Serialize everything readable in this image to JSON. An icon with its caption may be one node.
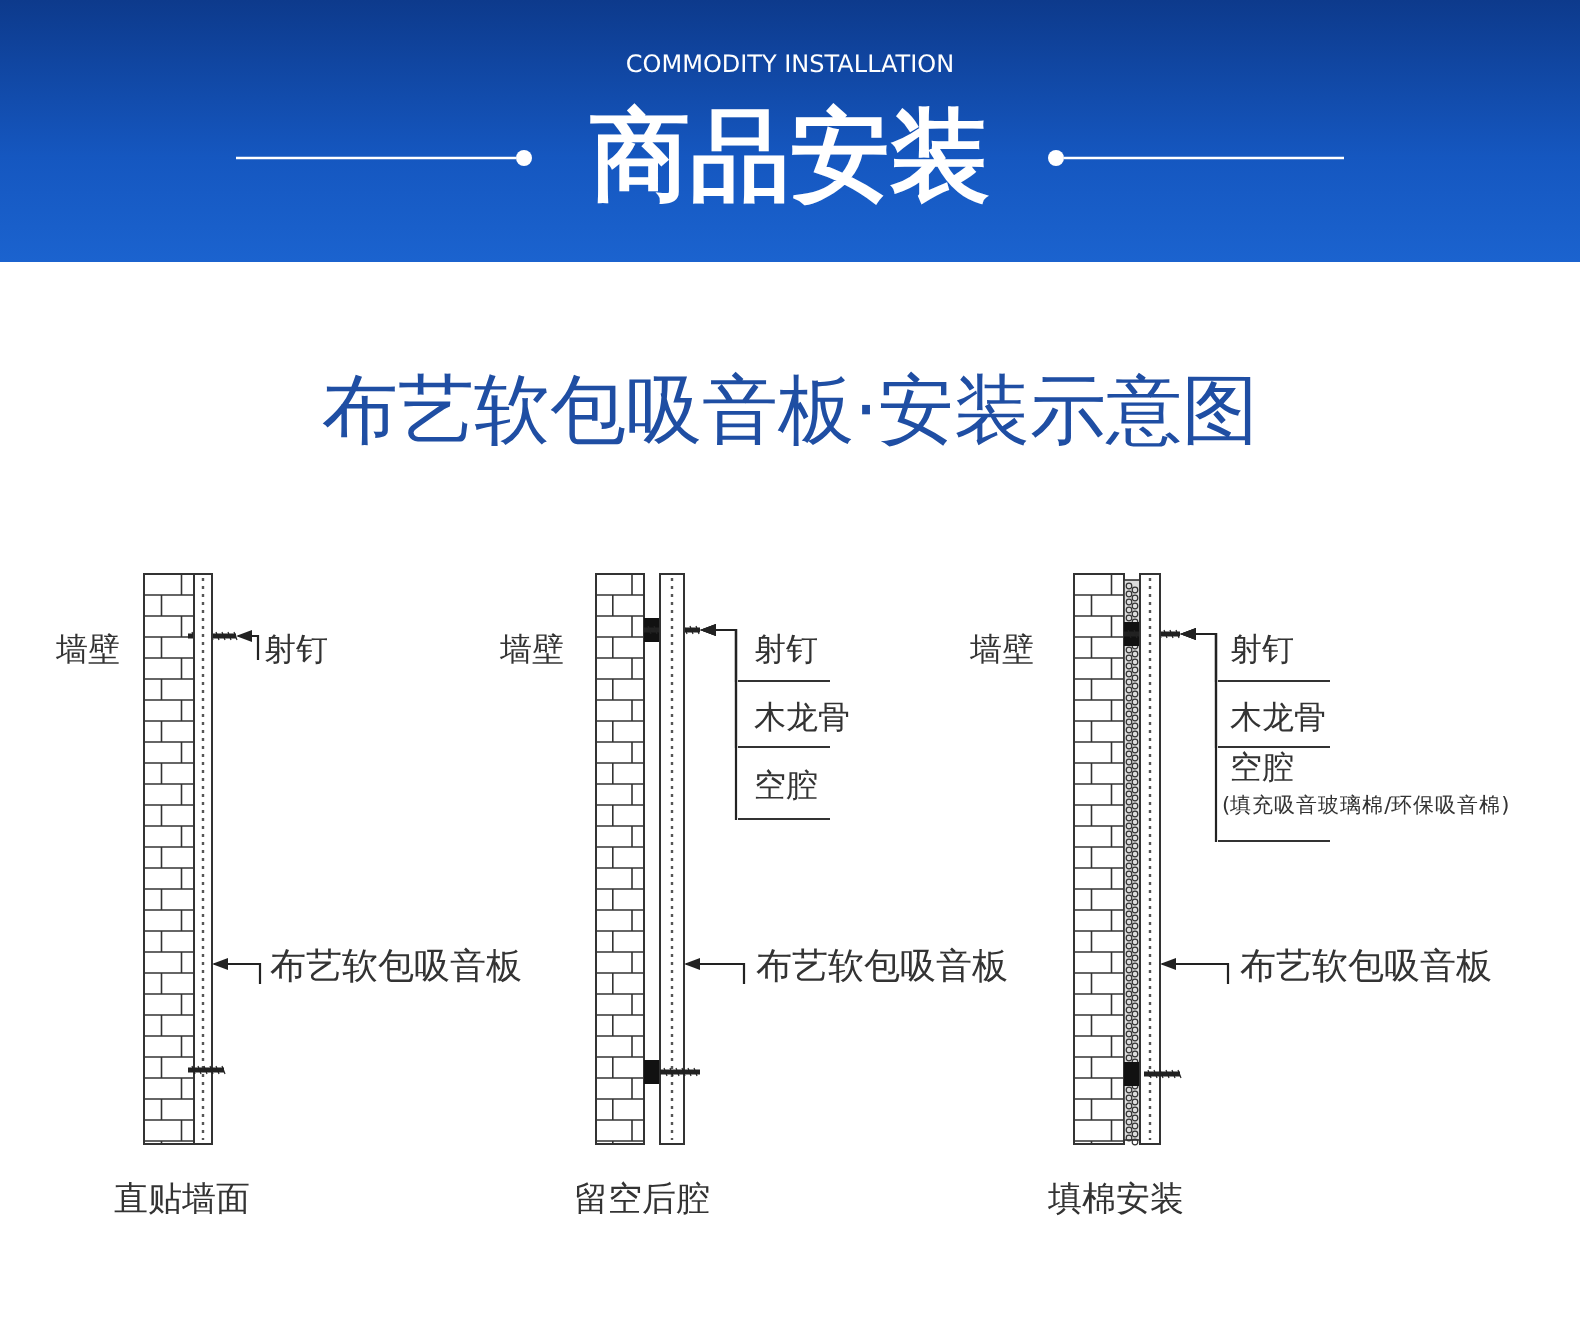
{
  "diagram": {
    "title": "商品安装",
    "nodes": [
      {
        "text": [
          "射钉"
        ]
      },
      {
        "text": [],
        "shape": "bar"
      },
      {
        "text": [
          "布艺软包吸音板"
        ]
      },
      {
        "text": [],
        "shape": "bar"
      },
      {
        "text": [
          "射钉"
        ]
      },
      {
        "text": [
          "木龙骨"
        ]
      },
      {
        "text": [
          "空腔"
        ]
      },
      {
        "text": [],
        "shape": "bar"
      },
      {
        "text": [
          "布艺软包吸音板"
        ]
      },
      {
        "text": [],
        "shape": "bar"
      },
      {
        "text": [
          "射钉"
        ]
      },
      {
        "text": [
          "木龙骨"
        ]
      },
      {
        "text": [
          "空腔",
          "(填充吸音玻璃棉/环保吸音棉)"
        ]
      },
      {
        "text": [],
        "shape": "bar"
      },
      {
        "text": [
          "布艺软包吸音板"
        ]
      },
      {
        "text": [],
        "shape": "bar"
      }
    ],
    "edges": [
      {
        "from": 0,
        "to": 1,
        "arrow": "to"
      },
      {
        "from": 2,
        "to": 3,
        "arrow": "to"
      },
      {
        "from": 4,
        "to": 7,
        "arrow": "to"
      },
      {
        "from": 5,
        "to": 7,
        "arrow": "to"
      },
      {
        "from": 6,
        "to": 7,
        "arrow": "to"
      },
      {
        "from": 8,
        "to": 9,
        "arrow": "to"
      },
      {
        "from": 10,
        "to": 13,
        "arrow": "to"
      },
      {
        "from": 11,
        "to": 13,
        "arrow": "to"
      },
      {
        "from": 12,
        "to": 13,
        "arrow": "to"
      },
      {
        "from": 14,
        "to": 15,
        "arrow": "to"
      }
    ],
    "labels": [
      "COMMODITY INSTALLATION",
      "布艺软包吸音板·安装示意图",
      "墙壁",
      "直贴墙面",
      "墙壁",
      "留空后腔",
      "墙壁",
      "填棉安装"
    ]
  }
}
